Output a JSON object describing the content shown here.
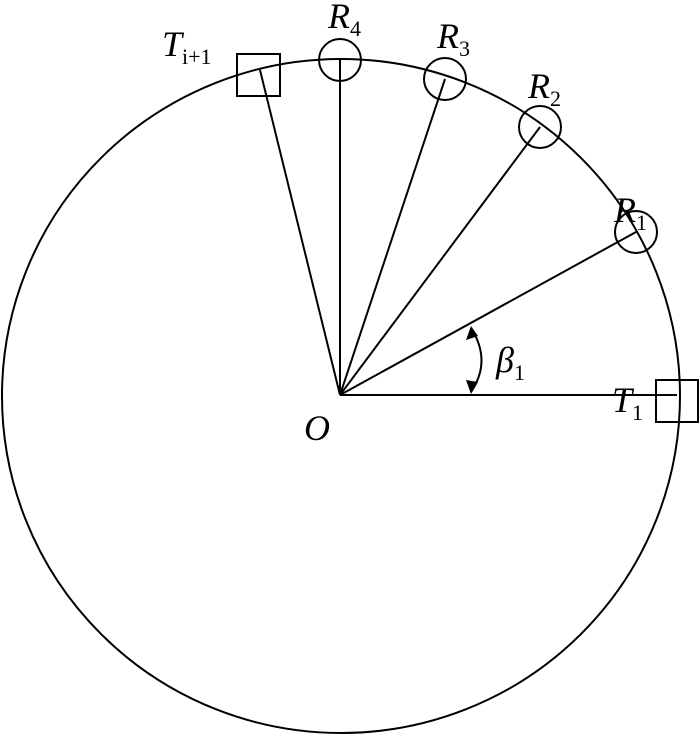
{
  "labels": {
    "origin": "O",
    "T1": {
      "main": "T",
      "sub": "1"
    },
    "Ti1": {
      "main": "T",
      "sub": "i+1"
    },
    "R1": {
      "main": "R",
      "sub": "1"
    },
    "R2": {
      "main": "R",
      "sub": "2"
    },
    "R3": {
      "main": "R",
      "sub": "3"
    },
    "R4": {
      "main": "R",
      "sub": "4"
    },
    "beta": {
      "main": "β",
      "sub": "1"
    }
  },
  "colors": {
    "stroke": "#000000",
    "background": "#ffffff"
  }
}
